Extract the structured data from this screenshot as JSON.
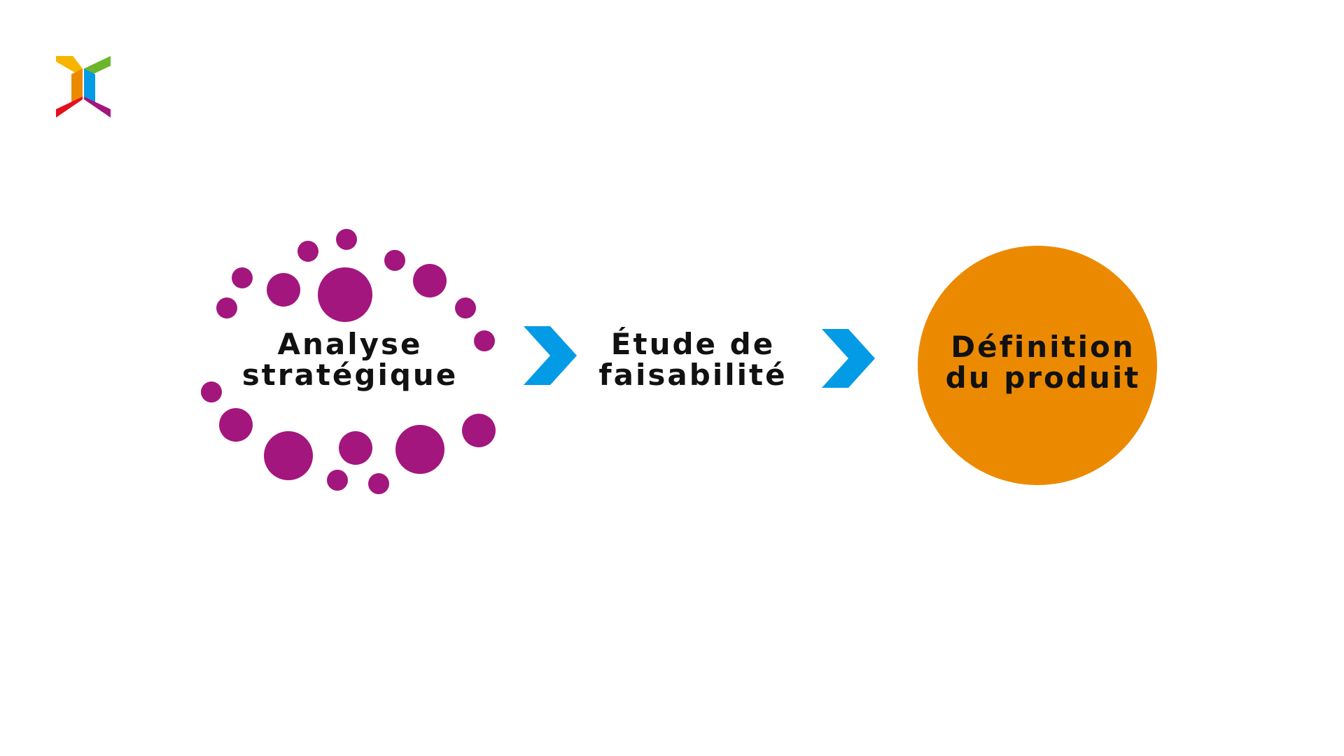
{
  "colors": {
    "dots": "#a3167d",
    "arrow": "#039be5",
    "circle": "#eb8a00",
    "text": "#111111",
    "logo_yellow": "#f7b500",
    "logo_green": "#6cb52d",
    "logo_orange": "#eb8a00",
    "logo_blue": "#039be5",
    "logo_red": "#e3101e",
    "logo_purple": "#a3167d"
  },
  "icons": {
    "logo": "multicolor-x-logo-icon",
    "arrow": "chevron-right-icon"
  },
  "steps": [
    {
      "line1": "Analyse",
      "line2": "stratégique"
    },
    {
      "line1": "Étude de",
      "line2": "faisabilité"
    },
    {
      "line1": "Définition",
      "line2": "du produit"
    }
  ]
}
